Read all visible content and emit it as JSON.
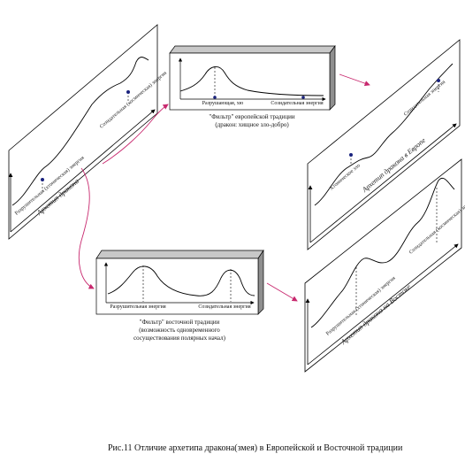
{
  "filter_top": {
    "axis_left": "Разрушающая, хю",
    "axis_right": "Созидательная энергия",
    "caption_line1": "\"Фильтр\" европейской традиции",
    "caption_line2": "(дракон: хищное зло-добро)"
  },
  "filter_bottom": {
    "axis_left": "Разрушительная энергия",
    "axis_right": "Созидательная энергия",
    "caption_line1": "\"Фильтр\" восточной традиции",
    "caption_line2": "(возможность одновременного",
    "caption_line3": "сосуществования полярных начал)"
  },
  "panel_left": {
    "title": "Архетип дракона",
    "label_low": "Разрушительная (хтоническая) энергия",
    "label_high": "Созидательная (космическая) энергия"
  },
  "panel_right_top": {
    "title": "Архетип дракона в Европе",
    "label_low": "Хтоническое зло",
    "label_high": "Созидательная энергия"
  },
  "panel_right_bottom": {
    "title": "Архетип дракона на Востоке",
    "label_low": "Разрушительная (хтоническая) энергия",
    "label_high": "Созидательная (космическая) энергия"
  },
  "figure_caption": "Рис.11 Отличие архетипа дракона(змея) в Европейской и Восточной традиции",
  "colors": {
    "arrow": "#c8286e",
    "box_top": "#bcbcbc",
    "box_side": "#8f8f8f",
    "line": "#000000"
  }
}
